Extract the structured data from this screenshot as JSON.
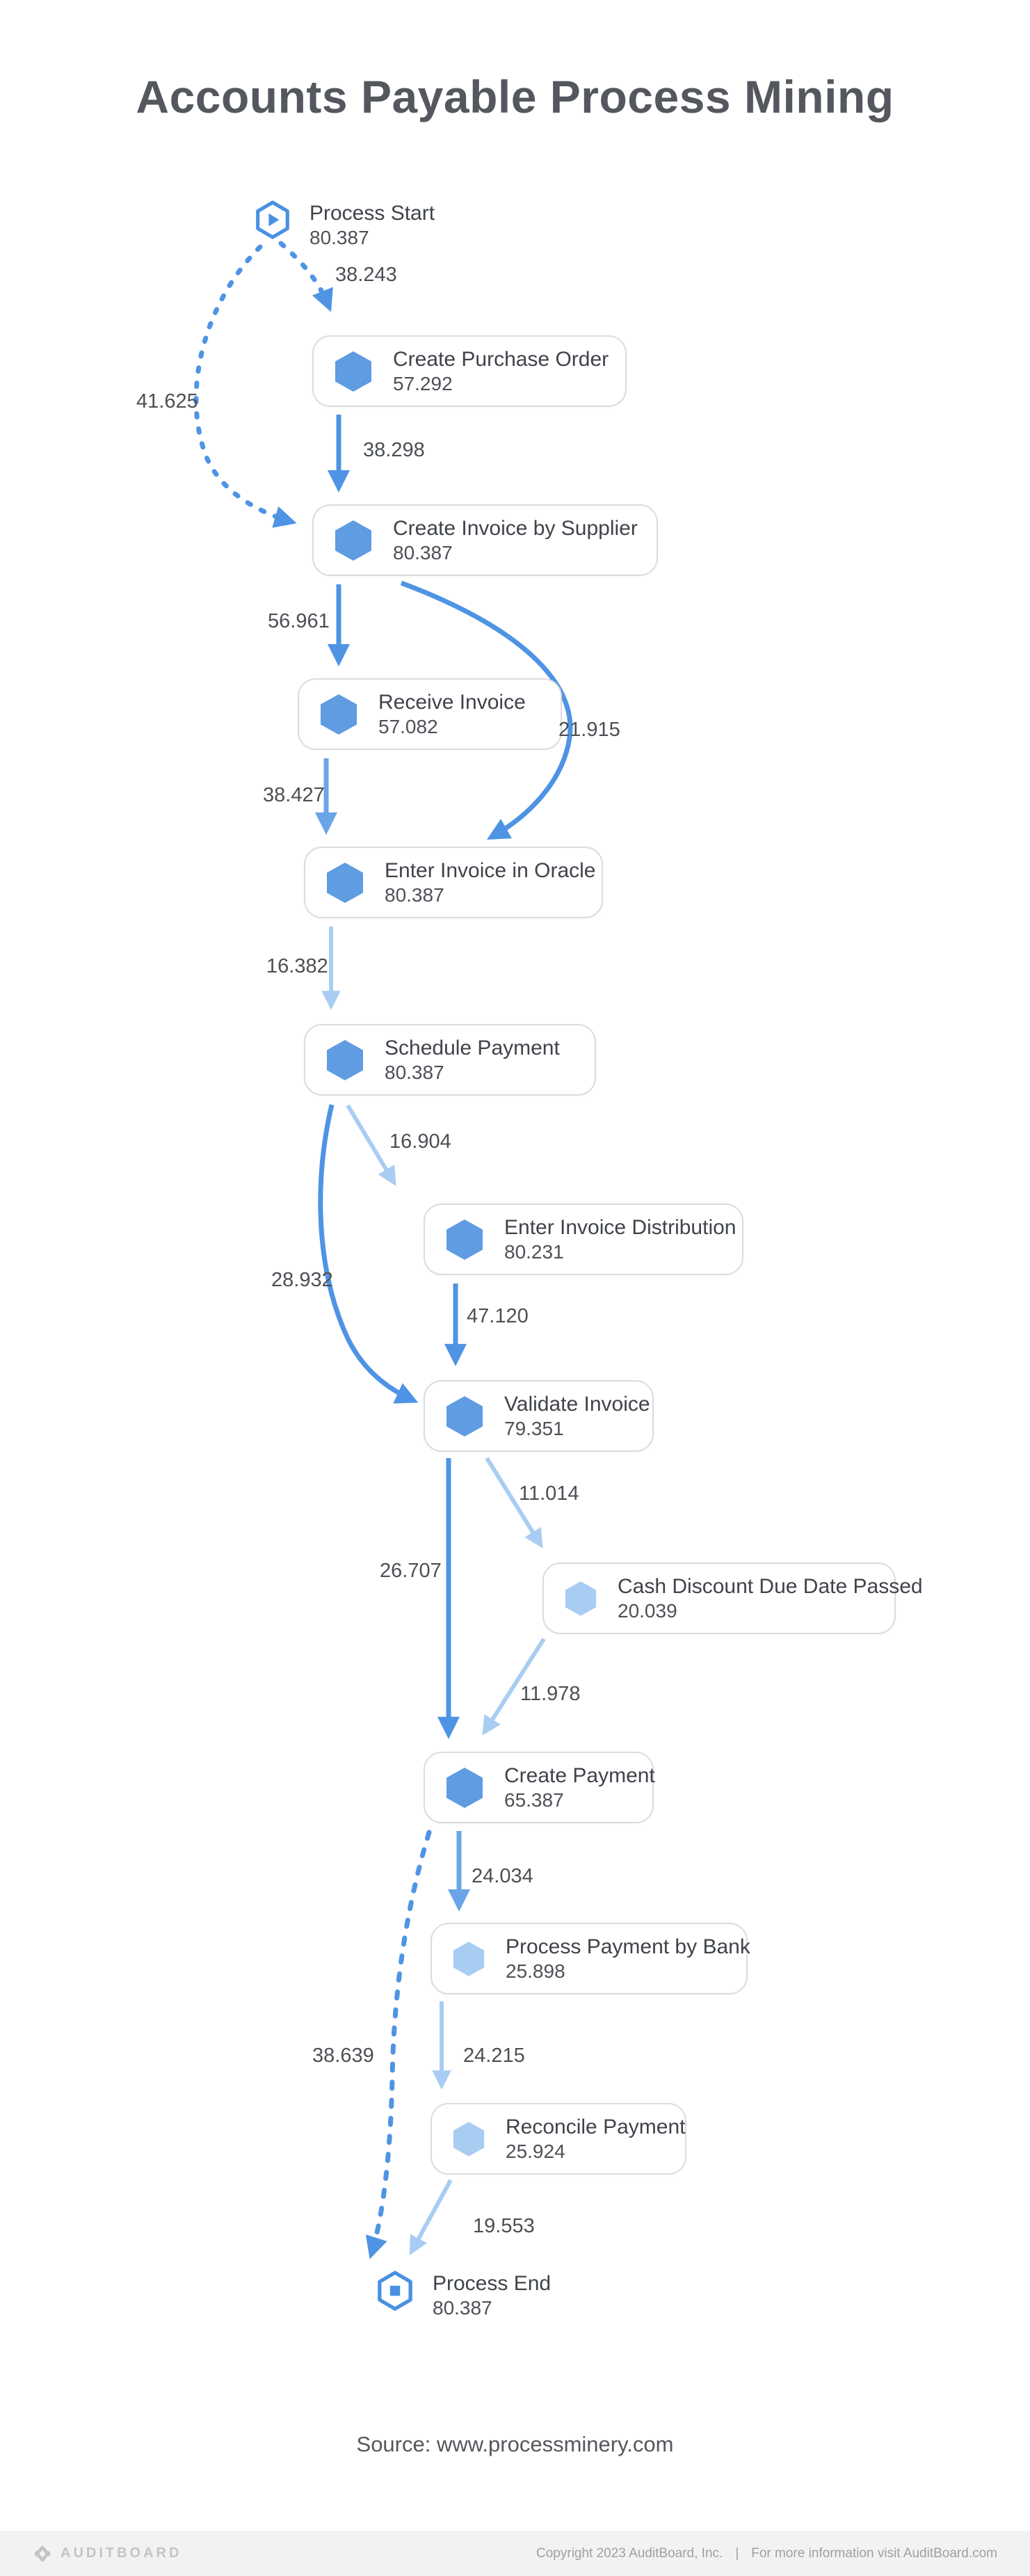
{
  "title": "Accounts Payable Process Mining",
  "source_line": "Source: www.processminery.com",
  "colors": {
    "accent_strong": "#4f94e4",
    "accent_medium": "#6aa5e8",
    "accent_light": "#a9cdf2",
    "node_icon_strong": "#5f9ce1",
    "node_icon_light": "#a9cdf2",
    "text_dark": "#3f434a",
    "footer_bg": "#f2f2f3"
  },
  "nodes": [
    {
      "id": "process-start",
      "label": "Process Start",
      "value": "80.387",
      "icon": "play-hexagon-icon",
      "tone": "outline"
    },
    {
      "id": "create-purchase-order",
      "label": "Create Purchase Order",
      "value": "57.292",
      "icon": "hexagon-icon",
      "tone": "strong"
    },
    {
      "id": "create-invoice-by-supplier",
      "label": "Create Invoice by Supplier",
      "value": "80.387",
      "icon": "hexagon-icon",
      "tone": "strong"
    },
    {
      "id": "receive-invoice",
      "label": "Receive Invoice",
      "value": "57.082",
      "icon": "hexagon-icon",
      "tone": "strong"
    },
    {
      "id": "enter-invoice-in-oracle",
      "label": "Enter Invoice in Oracle",
      "value": "80.387",
      "icon": "hexagon-icon",
      "tone": "strong"
    },
    {
      "id": "schedule-payment",
      "label": "Schedule Payment",
      "value": "80.387",
      "icon": "hexagon-icon",
      "tone": "strong"
    },
    {
      "id": "enter-invoice-distribution",
      "label": "Enter Invoice Distribution",
      "value": "80.231",
      "icon": "hexagon-icon",
      "tone": "strong"
    },
    {
      "id": "validate-invoice",
      "label": "Validate Invoice",
      "value": "79.351",
      "icon": "hexagon-icon",
      "tone": "strong"
    },
    {
      "id": "cash-discount-due-date-passed",
      "label": "Cash Discount Due Date Passed",
      "value": "20.039",
      "icon": "hexagon-icon",
      "tone": "light"
    },
    {
      "id": "create-payment",
      "label": "Create Payment",
      "value": "65.387",
      "icon": "hexagon-icon",
      "tone": "strong"
    },
    {
      "id": "process-payment-by-bank",
      "label": "Process Payment by Bank",
      "value": "25.898",
      "icon": "hexagon-icon",
      "tone": "light"
    },
    {
      "id": "reconcile-payment",
      "label": "Reconcile Payment",
      "value": "25.924",
      "icon": "hexagon-icon",
      "tone": "light"
    },
    {
      "id": "process-end",
      "label": "Process End",
      "value": "80.387",
      "icon": "stop-hexagon-icon",
      "tone": "outline"
    }
  ],
  "edges": [
    {
      "from": "process-start",
      "to": "create-purchase-order",
      "label": "38.243",
      "style": "dashed"
    },
    {
      "from": "process-start",
      "to": "create-invoice-by-supplier",
      "label": "41.625",
      "style": "dashed"
    },
    {
      "from": "create-purchase-order",
      "to": "create-invoice-by-supplier",
      "label": "38.298",
      "style": "solid-strong"
    },
    {
      "from": "create-invoice-by-supplier",
      "to": "receive-invoice",
      "label": "56.961",
      "style": "solid-strong"
    },
    {
      "from": "create-invoice-by-supplier",
      "to": "enter-invoice-in-oracle",
      "label": "21.915",
      "style": "solid-strong"
    },
    {
      "from": "receive-invoice",
      "to": "enter-invoice-in-oracle",
      "label": "38.427",
      "style": "solid-medium"
    },
    {
      "from": "enter-invoice-in-oracle",
      "to": "schedule-payment",
      "label": "16.382",
      "style": "solid-light"
    },
    {
      "from": "schedule-payment",
      "to": "enter-invoice-distribution",
      "label": "16.904",
      "style": "solid-light"
    },
    {
      "from": "schedule-payment",
      "to": "validate-invoice",
      "label": "28.932",
      "style": "solid-strong"
    },
    {
      "from": "enter-invoice-distribution",
      "to": "validate-invoice",
      "label": "47.120",
      "style": "solid-strong"
    },
    {
      "from": "validate-invoice",
      "to": "cash-discount-due-date-passed",
      "label": "11.014",
      "style": "solid-light"
    },
    {
      "from": "validate-invoice",
      "to": "create-payment",
      "label": "26.707",
      "style": "solid-strong"
    },
    {
      "from": "cash-discount-due-date-passed",
      "to": "create-payment",
      "label": "11.978",
      "style": "solid-light"
    },
    {
      "from": "create-payment",
      "to": "process-payment-by-bank",
      "label": "24.034",
      "style": "solid-medium"
    },
    {
      "from": "create-payment",
      "to": "process-end",
      "label": "38.639",
      "style": "dashed"
    },
    {
      "from": "process-payment-by-bank",
      "to": "reconcile-payment",
      "label": "24.215",
      "style": "solid-light"
    },
    {
      "from": "reconcile-payment",
      "to": "process-end",
      "label": "19.553",
      "style": "solid-light"
    }
  ],
  "footer": {
    "brand": "AUDITBOARD",
    "copyright": "Copyright 2023 AuditBoard, Inc.",
    "separator": "|",
    "info": "For more information visit AuditBoard.com"
  }
}
